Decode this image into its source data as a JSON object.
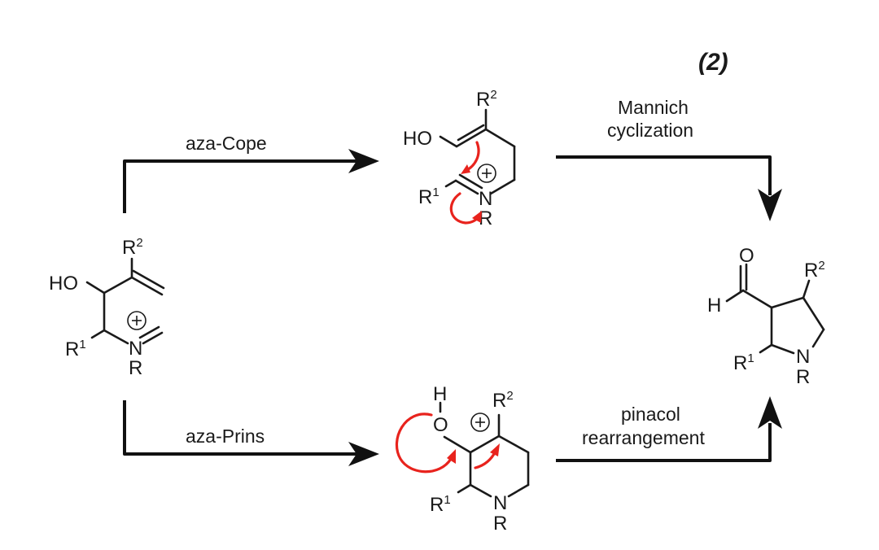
{
  "scheme_number": "(2)",
  "arrows": {
    "top_left": "aza-Cope",
    "bottom_left": "aza-Prins",
    "top_right": [
      "Mannich",
      "cyclization"
    ],
    "bottom_right": [
      "pinacol",
      "rearrangement"
    ]
  },
  "atoms": {
    "HO": "HO",
    "O": "O",
    "H": "H",
    "N": "N",
    "R": "R",
    "R1": "R",
    "R1_sup": "1",
    "R2": "R",
    "R2_sup": "2",
    "plus": "+"
  },
  "colors": {
    "ink": "#1a1a1a",
    "electron_arrow": "#e8231d"
  }
}
